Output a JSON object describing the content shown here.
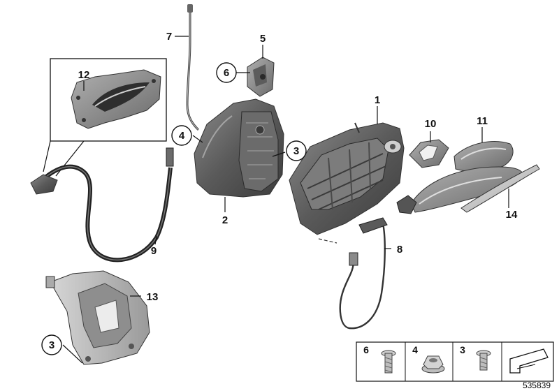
{
  "callouts": {
    "c1": "1",
    "c2": "2",
    "c3a": "3",
    "c3b": "3",
    "c4": "4",
    "c5": "5",
    "c6": "6",
    "c7": "7",
    "c8": "8",
    "c9": "9",
    "c10": "10",
    "c11": "11",
    "c12": "12",
    "c13": "13",
    "c14": "14"
  },
  "legend": {
    "l6": "6",
    "l4": "4",
    "l3": "3"
  },
  "doc_id": "535839"
}
